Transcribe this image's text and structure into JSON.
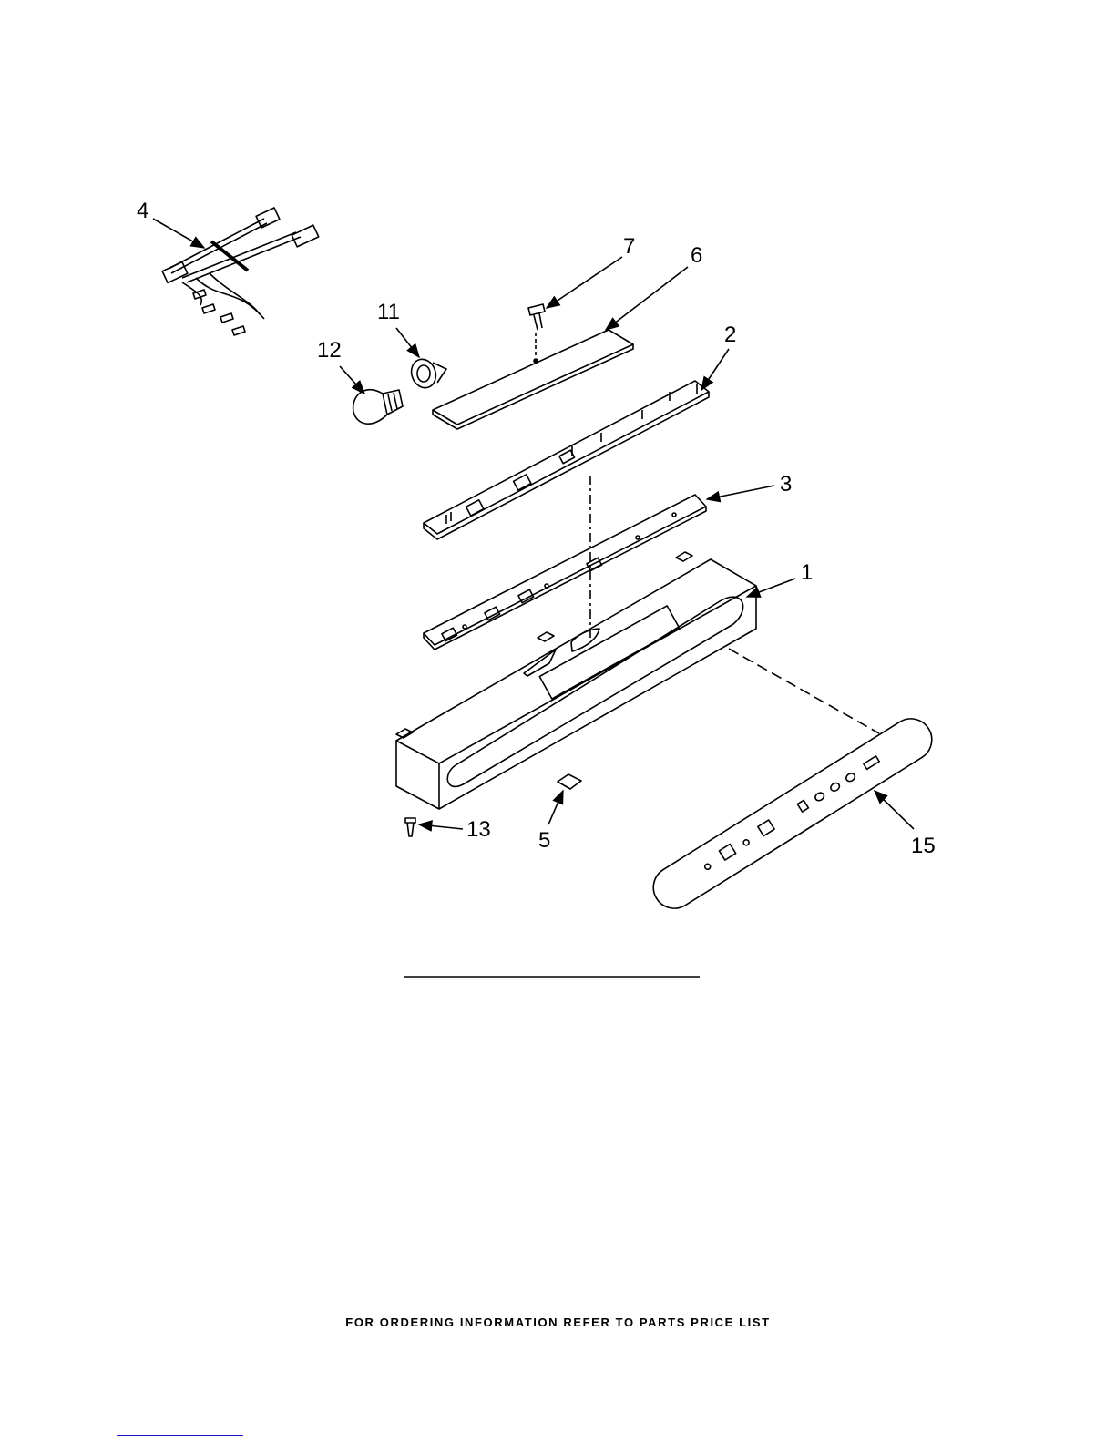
{
  "diagram": {
    "callouts": [
      {
        "id": "4",
        "label": "4"
      },
      {
        "id": "7",
        "label": "7"
      },
      {
        "id": "6",
        "label": "6"
      },
      {
        "id": "11",
        "label": "11"
      },
      {
        "id": "12",
        "label": "12"
      },
      {
        "id": "2",
        "label": "2"
      },
      {
        "id": "3",
        "label": "3"
      },
      {
        "id": "1",
        "label": "1"
      },
      {
        "id": "13",
        "label": "13"
      },
      {
        "id": "5",
        "label": "5"
      },
      {
        "id": "15",
        "label": "15"
      }
    ]
  },
  "footer": {
    "text": "FOR ORDERING INFORMATION REFER TO PARTS PRICE LIST"
  }
}
